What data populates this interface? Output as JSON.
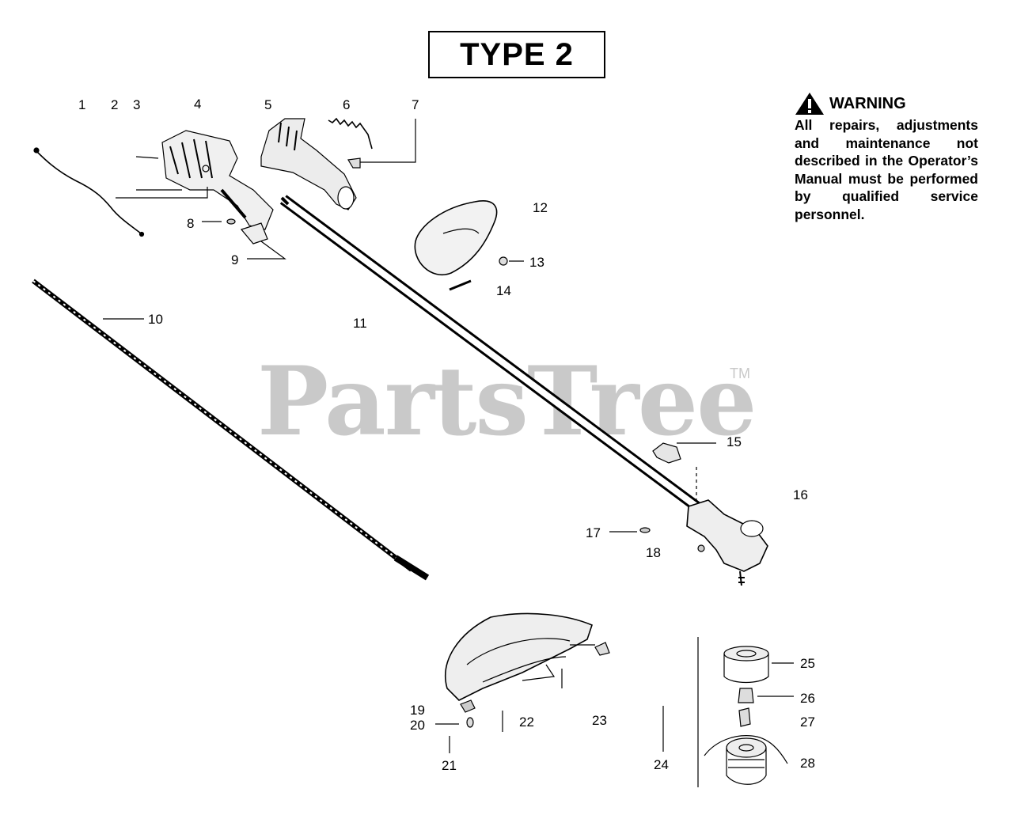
{
  "diagram": {
    "title": "TYPE 2",
    "warning": {
      "heading": "WARNING",
      "body": "All repairs, adjustments and maintenance not described in the Operator’s Manual must be performed by qualified service personnel."
    },
    "watermark": "PartsTree",
    "trademark": "TM",
    "part_numbers": [
      "1",
      "2",
      "3",
      "4",
      "5",
      "6",
      "7",
      "8",
      "9",
      "10",
      "11",
      "12",
      "13",
      "14",
      "15",
      "16",
      "17",
      "18",
      "19",
      "20",
      "21",
      "22",
      "23",
      "24",
      "25",
      "26",
      "27",
      "28"
    ]
  }
}
